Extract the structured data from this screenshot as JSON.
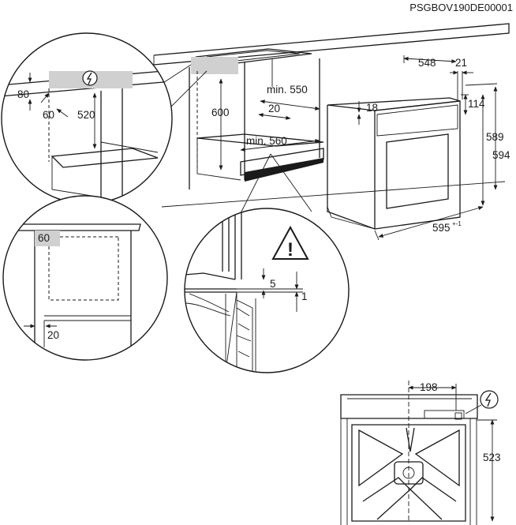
{
  "drawing_code": "PSGBOV190DE00001",
  "symbols": {
    "electric": "electric-plug-icon",
    "warning": "warning-triangle-icon",
    "warning_mark": "!"
  },
  "colors": {
    "line": "#1a1a1a",
    "socket_area": "#d0d0d0",
    "background": "#ffffff"
  },
  "dims": {
    "d80": "80",
    "d60a": "60",
    "d520": "520",
    "d600": "600",
    "min550": "min. 550",
    "d20a": "20",
    "min560": "min. 560",
    "d548": "548",
    "d21": "21",
    "d18": "18",
    "d114": "114",
    "d589": "589",
    "d594": "594",
    "d595": "595",
    "d595_tol": "+-1",
    "d60b": "60",
    "d20b": "20",
    "d5": "5",
    "d1": "1",
    "d198": "198",
    "d523": "523"
  }
}
